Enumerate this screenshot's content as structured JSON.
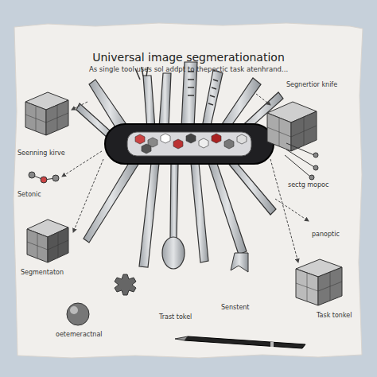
{
  "diagram": {
    "title": "Universal image segmerationation",
    "labels": [
      "As single tool uses sol addpt to thepectic task atenhrand...",
      "Segnertior knife",
      "Seenning kirve",
      "sectg mopoc",
      "Setonic",
      "panoptic",
      "Segmentaton",
      "oetemeractnal",
      "Trast tokel",
      "Senstent",
      "Task tonkel"
    ]
  }
}
